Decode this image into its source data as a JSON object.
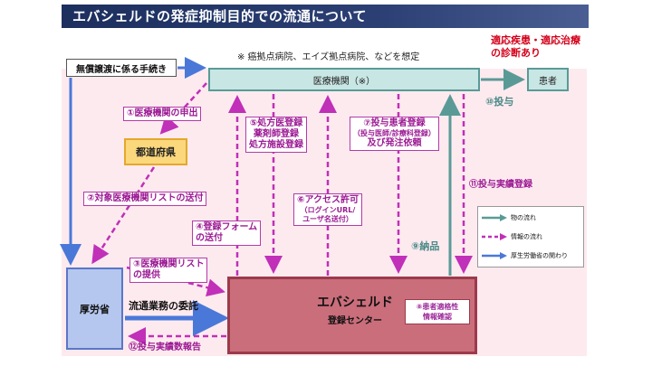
{
  "title": "エバシェルドの発症抑制目的での流通について",
  "note_top": "※ 癌拠点病院、エイズ拠点病院、などを想定",
  "indication_note": [
    "適応疾患・適応治療",
    "の診断あり"
  ],
  "procedure_box": "無償譲渡に係る手続き",
  "nodes": {
    "medical_institution": "医療機関（※）",
    "patient": "患者",
    "prefecture": "都道府県",
    "mhlw": "厚労省",
    "center_name": "エバシェルド",
    "center_sub": "登録センター"
  },
  "steps": {
    "s1": "①医療機関の申出",
    "s2": "②対象医療機関リストの送付",
    "s3": [
      "③医療機関リスト",
      "の提供"
    ],
    "s4": [
      "④登録フォーム",
      "の送付"
    ],
    "s5": [
      "⑤処方医登録",
      "薬剤師登録",
      "処方施設登録"
    ],
    "s6": [
      "⑥アクセス許可",
      "（ログインURL/",
      "ユーザ名送付）"
    ],
    "s7": [
      "⑦投与患者登録",
      "（投与医師/診療科登録）",
      "及び発注依頼"
    ],
    "s8": [
      "⑧患者適格性",
      "情報確認"
    ],
    "s9": "⑨納品",
    "s10": "⑩投与",
    "s11": "⑪投与実績登録",
    "s12": "⑫投与実績数報告"
  },
  "outsourcing": "流通業務の委託",
  "legend": {
    "goods": "物の流れ",
    "info": "情報の流れ",
    "mhlw": "厚生労働省の関わり"
  },
  "colors": {
    "goods": "#5a9a96",
    "info": "#c030b8",
    "mhlw": "#4a78d8",
    "title_bg": "#1c2f5e",
    "red_note": "#d4001a"
  }
}
